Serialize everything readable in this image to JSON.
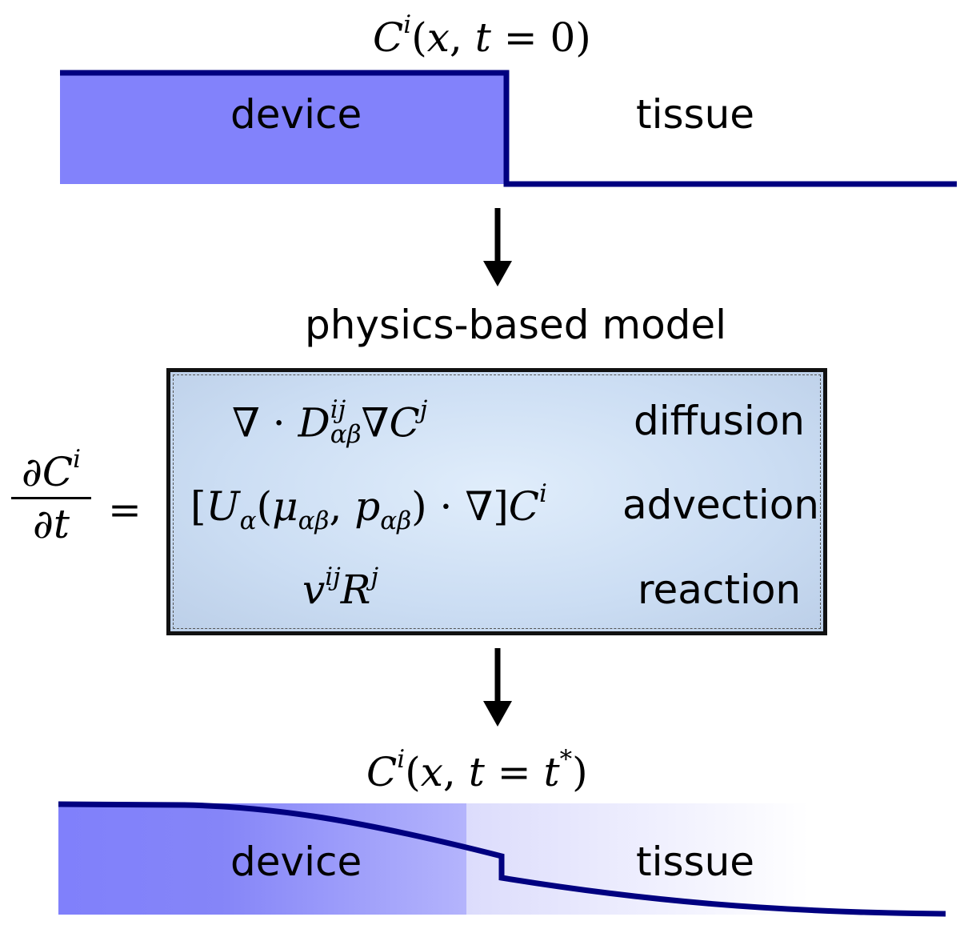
{
  "top_profile": {
    "title": "C^i(x, t = 0)",
    "device_label": "device",
    "tissue_label": "tissue",
    "fill_color": "#8282fb",
    "line_color": "#000080"
  },
  "model": {
    "title": "physics-based model",
    "lhs": "∂C^i / ∂t =",
    "terms": [
      {
        "expr": "∇ · D^{ij}_{αβ} ∇C^j",
        "label": "diffusion"
      },
      {
        "expr": "[U_α(μ_{αβ}, p_{αβ}) · ∇]C^i",
        "label": "advection"
      },
      {
        "expr": "v^{ij} R^j",
        "label": "reaction"
      }
    ],
    "box_color": "#d6e6f8"
  },
  "bottom_profile": {
    "title": "C^i(x, t = t*)",
    "device_label": "device",
    "tissue_label": "tissue",
    "fill_color": "#8282fb",
    "line_color": "#000080"
  }
}
